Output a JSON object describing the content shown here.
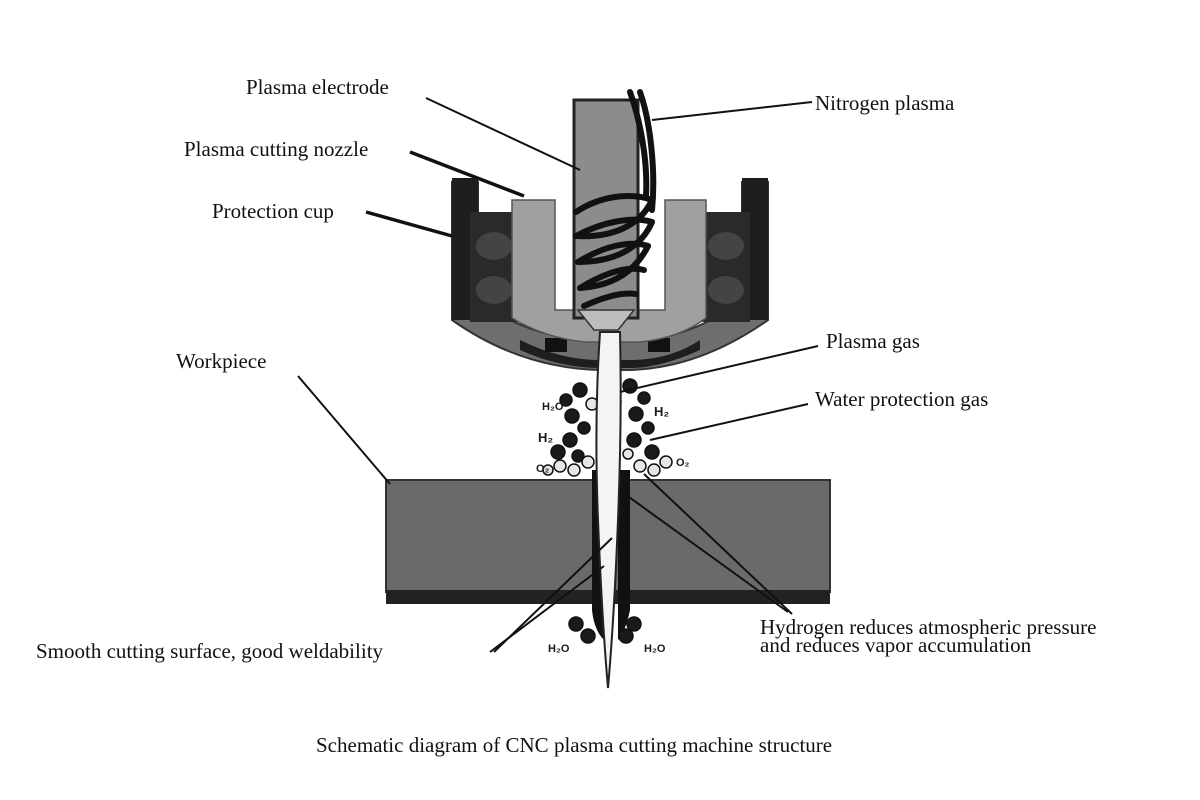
{
  "labels": {
    "plasma_electrode": "Plasma electrode",
    "nitrogen_plasma": "Nitrogen plasma",
    "plasma_cutting_nozzle": "Plasma cutting nozzle",
    "protection_cup": "Protection cup",
    "workpiece": "Workpiece",
    "plasma_gas": "Plasma gas",
    "water_protection_gas": "Water protection gas",
    "smooth_cutting_surface": "Smooth cutting surface, good weldability",
    "hydrogen_line1": "Hydrogen reduces atmospheric pressure",
    "hydrogen_line2": "and reduces vapor accumulation"
  },
  "chemical_labels": {
    "h2o_upper_left": "H₂O",
    "h2_left": "H₂",
    "o2_left": "O₂",
    "h2_right": "H₂",
    "o2_right": "O₂",
    "h2o_lower_left": "H₂O",
    "h2o_lower_right": "H₂O"
  },
  "caption": "Schematic diagram of CNC plasma cutting machine structure",
  "colors": {
    "electrode": "#8c8c8c",
    "nozzle": "#a0a0a0",
    "cup_dark": "#222222",
    "cup_outer": "#6e6e6e",
    "workpiece": "#6a6a6a",
    "arc": "#f4f4f4"
  }
}
